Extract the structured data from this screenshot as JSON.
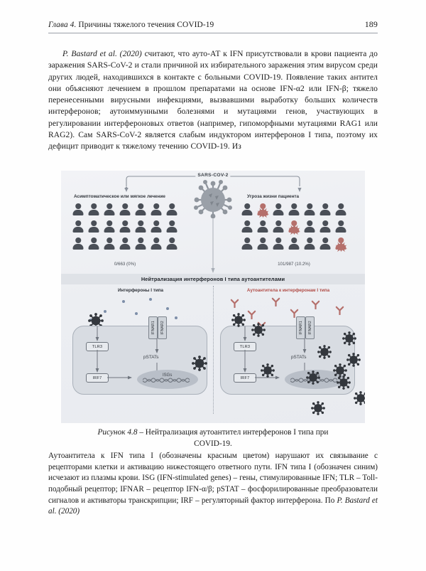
{
  "runhead": {
    "chapter": "Глава 4.",
    "title": "Причины тяжелого течения COVID-19",
    "page_number": "189"
  },
  "paragraph": {
    "citation": "P. Bastard et al. (2020)",
    "text": " считают, что ауто-АТ к IFN присутствовали в крови пациента до заражения SARS-CoV-2 и стали причиной их избирательного заражения этим вирусом среди других людей, находившихся в контакте с больными COVID-19. Появление таких антител они объясняют лечением в прошлом препаратами на основе IFN-α2 или IFN-β; тяжело перенесенными вирусными инфекциями, вызвавшими выработку больших количеств интерферонов; аутоиммунными болезнями и мутациями генов, участвующих в регулировании интерфероновых ответов (например, гипоморфными мутациями RAG1 или RAG2). Сам SARS-CoV-2 является слабым индуктором интерферонов I типа, поэтому их дефицит приводит к тяжелому течению COVID-19. Из"
  },
  "figure": {
    "virus_label": "SARS-COV-2",
    "group_left_label": "Асимптоматическое или мягкое лечение",
    "group_right_label": "Угроза жизни пациента",
    "stat_left": "0/663 (0%)",
    "stat_right": "101/987 (10.2%)",
    "banner": "Нейтрализация интерферонов I типа аутоантителами",
    "panel_left_label": "Интерфероны I типа",
    "panel_right_label": "Аутоантитела к интерферонам I типа",
    "people_columns": 7,
    "people_rows": 3,
    "nodes": {
      "tlr3": "TLR3",
      "irf7": "IRF7",
      "ifnar1": "IFNAR1",
      "ifnar2": "IFNAR2",
      "pstats": "pSTATs",
      "isgs": "ISGs"
    },
    "colors": {
      "interferon_blue": "#7d8ea8",
      "autoantibody_red": "#b5706c",
      "person_gray": "#4a4f57",
      "cell_fill": "#d8dce2"
    }
  },
  "caption": {
    "figure_number": "Рисунок 4.8",
    "dash": " – ",
    "title_line1": "Нейтрализация аутоантител интерферонов I типа при",
    "title_line2": "COVID-19.",
    "body_part1": "Аутоантитела к IFN типа I (обозначены красным цветом) нарушают их связывание с рецепторами клетки и активацию нижестоящего ответного пути. IFN типа I (обозначен синим) исчезают из плазмы крови. ISG (IFN-stimulated genes) – гены, стимулированные IFN; TLR – Toll-подобный рецептор; IFNAR – рецептор IFN-α/β; pSTAT – фосфорилированные преобразователи сигналов и активаторы транскрипции; IRF – регуляторный фактор интерферона. По ",
    "body_citation": "P. Bastard et al. (2020)"
  }
}
